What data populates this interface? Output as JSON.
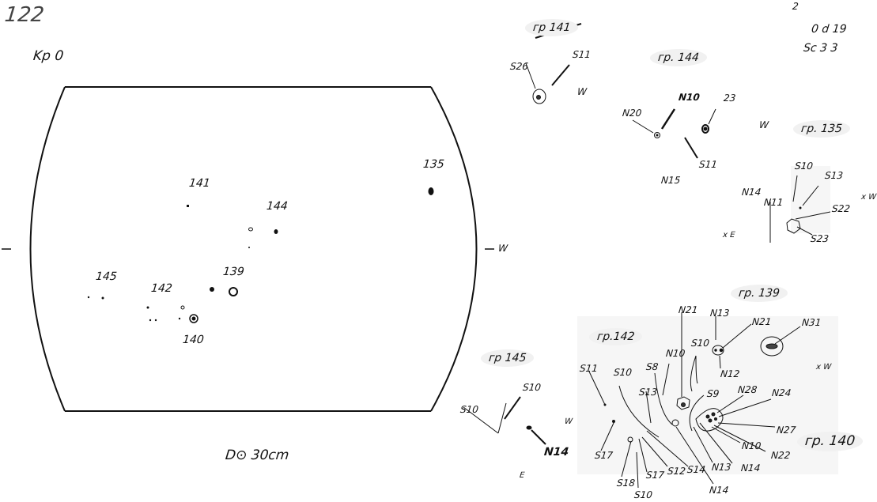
{
  "sheet": {
    "number": "122",
    "kp": "Kp 0",
    "diameter": "D⊙ 30cm",
    "page": "2",
    "date": "0 d 19",
    "seeing": "Sc 3 3"
  },
  "disk": {
    "west_label": "W",
    "groups": [
      {
        "label": "135"
      },
      {
        "label": "141"
      },
      {
        "label": "144"
      },
      {
        "label": "139"
      },
      {
        "label": "145"
      },
      {
        "label": "142"
      },
      {
        "label": "140"
      }
    ]
  },
  "details": {
    "g141": {
      "title": "гр 141",
      "labels": [
        "S26",
        "S11",
        "W"
      ]
    },
    "g144": {
      "title": "гр. 144",
      "labels": [
        "N20",
        "N10",
        "23",
        "S11",
        "N15",
        "W"
      ]
    },
    "g135": {
      "title": "гр. 135",
      "labels": [
        "S10",
        "S13",
        "N14",
        "N11",
        "S22",
        "S23",
        "x W",
        "x E"
      ]
    },
    "g145": {
      "title": "гр 145",
      "labels": [
        "S10",
        "S10",
        "W",
        "N14",
        "E"
      ]
    },
    "g142": {
      "title": "гр.142",
      "labels": [
        "S11",
        "S10",
        "S8",
        "N10",
        "N21",
        "S10",
        "S13",
        "S17",
        "S18",
        "S10",
        "S17",
        "S12",
        "S14",
        "N14"
      ]
    },
    "g139": {
      "title": "гр. 139",
      "labels": [
        "N13",
        "N21",
        "N31",
        "N12",
        "x W"
      ]
    },
    "g140": {
      "title": "гр. 140",
      "labels": [
        "S9",
        "N28",
        "N24",
        "N27",
        "N10",
        "N22",
        "N13",
        "N14"
      ]
    }
  }
}
